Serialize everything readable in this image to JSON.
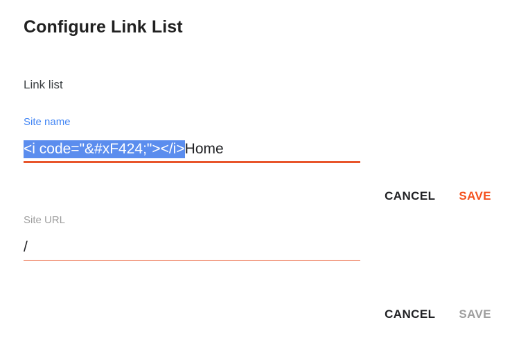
{
  "dialog": {
    "title": "Configure Link List",
    "section_label": "Link list",
    "colors": {
      "accent_orange": "#f4511e",
      "underline_orange": "#e8552b",
      "focus_blue": "#4285f4",
      "selection_blue": "#5b8dee",
      "disabled_gray": "#9e9e9e",
      "text_dark": "#202124"
    }
  },
  "fields": {
    "site_name": {
      "label": "Site name",
      "label_state": "focused",
      "value_selected": "<i code=\"&#xF424;\"></i>",
      "value_rest": "Home",
      "full_value": "<i code=\"&#xF424;\"></i>Home",
      "underline_state": "active"
    },
    "site_url": {
      "label": "Site URL",
      "label_state": "muted",
      "value": "/",
      "underline_state": "inactive"
    }
  },
  "actions": {
    "primary": {
      "cancel_label": "CANCEL",
      "save_label": "SAVE",
      "save_enabled": true
    },
    "secondary": {
      "cancel_label": "CANCEL",
      "save_label": "SAVE",
      "save_enabled": false
    }
  }
}
